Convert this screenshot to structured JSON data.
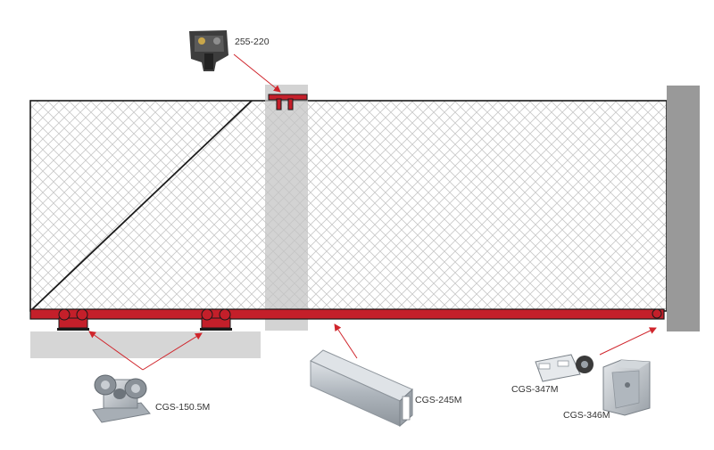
{
  "labels": {
    "top_bracket": "255-220",
    "roller_carriage": "CGS-150.5M",
    "track_profile": "CGS-245M",
    "end_roller": "CGS-347M",
    "end_catcher": "CGS-346M"
  },
  "colors": {
    "frame_red": "#c41f2a",
    "arrow_red": "#d0252c",
    "mesh_line": "#c8c8c8",
    "post_light_gray": "#cfcfcf",
    "post_dark_gray": "#999999",
    "ground_slab": "#d6d6d6",
    "galvanized_steel": "#b7bec5",
    "dark_bracket": "#3d3d3d"
  },
  "components": [
    {
      "code": "255-220",
      "icon": "top-guide-bracket"
    },
    {
      "code": "CGS-150.5M",
      "icon": "roller-carriage"
    },
    {
      "code": "CGS-245M",
      "icon": "steel-track-profile"
    },
    {
      "code": "CGS-347M",
      "icon": "end-roller"
    },
    {
      "code": "CGS-346M",
      "icon": "catcher-bracket"
    }
  ]
}
